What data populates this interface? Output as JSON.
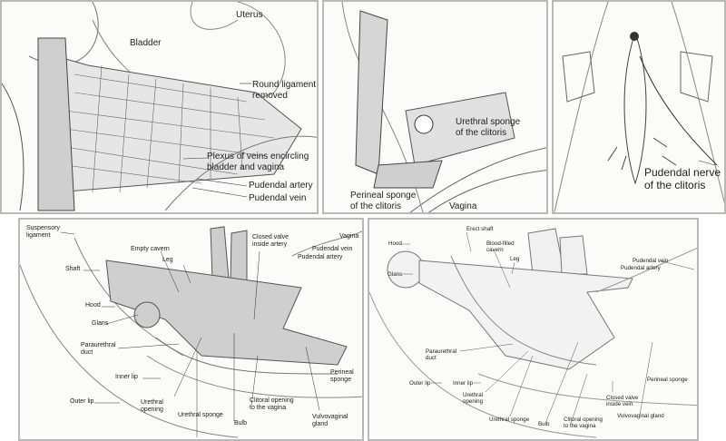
{
  "panels": [
    {
      "labels": [
        "Uterus",
        "Bladder",
        "Round ligament\nremoved",
        "Plexus of veins encircling\nbladder and vagina",
        "Pudendal artery",
        "Pudendal vein"
      ]
    },
    {
      "labels": [
        "Urethral sponge\nof the clitoris",
        "Perineal sponge\nof the clitoris",
        "Vagina"
      ]
    },
    {
      "labels": [
        "Pudendal nerve\nof the clitoris"
      ]
    },
    {
      "labels": [
        "Suspensory\nligament",
        "Empty cavern",
        "Leg",
        "Closed valve\ninside artery",
        "Vagina",
        "Pudendal vein",
        "Pudendal artery",
        "Shaft",
        "Hood",
        "Glans",
        "Paraurethral\nduct",
        "Inner lip",
        "Outer lip",
        "Urethral\nopening",
        "Urethral sponge",
        "Bulb",
        "Clitoral opening\nto the vagina",
        "Vulvovaginal\ngland",
        "Perineal\nsponge"
      ]
    },
    {
      "labels": [
        "Erect shaft",
        "Blood-filled\ncavern",
        "Hood",
        "Leg",
        "Glans",
        "Pudendal vein",
        "Pudendal artery",
        "Paraurethral\nduct",
        "Outer lip",
        "Inner lip",
        "Urethral\nopening",
        "Perineal sponge",
        "Closed valve\ninside vein",
        "Urethral sponge",
        "Bulb",
        "Clitoral opening\nto the vagina",
        "Vulvovaginal gland"
      ]
    }
  ]
}
